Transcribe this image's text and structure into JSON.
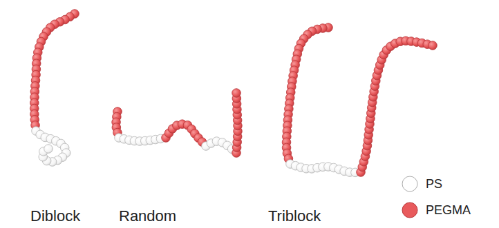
{
  "diagram": {
    "labels": [
      "Diblock",
      "Random",
      "Triblock"
    ],
    "legend": [
      {
        "text": "PS",
        "color": "#ffffff"
      },
      {
        "text": "PEGMA",
        "color": "#e85a5c"
      }
    ]
  }
}
